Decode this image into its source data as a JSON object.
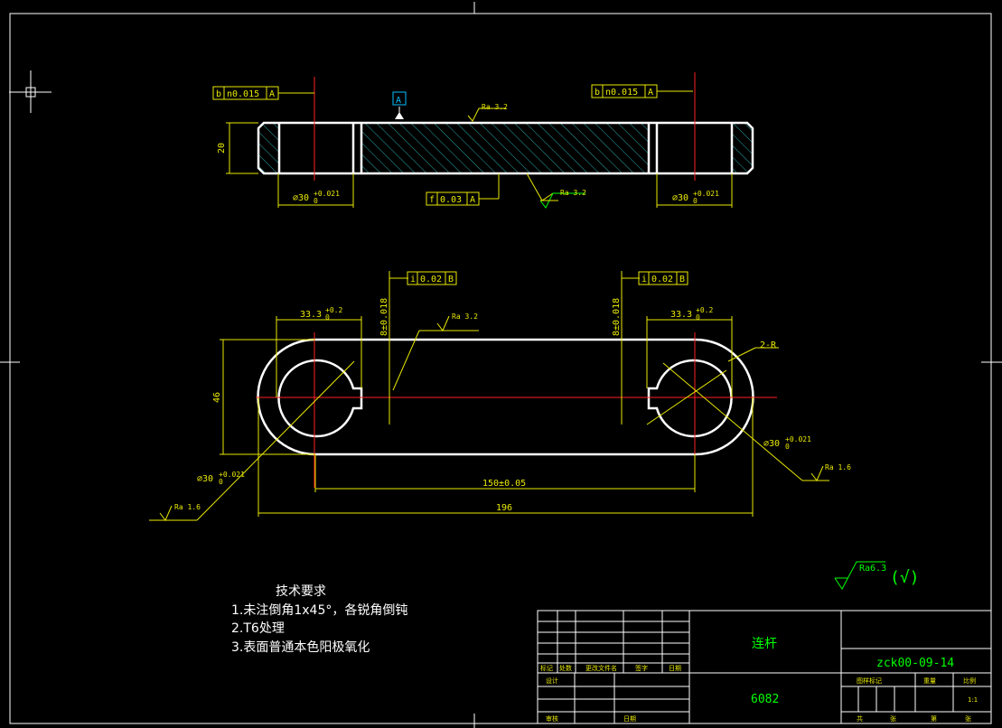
{
  "drawing": {
    "tol_b_left": "b",
    "tol_b_left_val": "n0.015",
    "tol_b_left_ref": "A",
    "tol_b_right": "b",
    "tol_b_right_val": "n0.015",
    "tol_b_right_ref": "A",
    "datum_a": "A",
    "ra_top": "Ra 3.2",
    "thickness": "20",
    "dia_left": "⌀30",
    "dia_right": "⌀30",
    "dia_tol_upper": "+0.021",
    "dia_tol_lower": "0",
    "tol_f": "f",
    "tol_f_val": "0.03",
    "tol_f_ref": "A",
    "ra_mid": "Ra 3.2",
    "tol_i_left": "i",
    "tol_i_left_val": "0.02",
    "tol_i_left_ref": "B",
    "tol_i_right": "i",
    "tol_i_right_val": "0.02",
    "tol_i_right_ref": "B",
    "key_left": "8±0.018",
    "key_right": "8±0.018",
    "w_left": "33.3",
    "w_right": "33.3",
    "w_tol_upper": "+0.2",
    "w_tol_lower": "0",
    "ra_plan": "Ra 3.2",
    "height_46": "46",
    "two_r": "2-R",
    "dia_plan_left": "⌀30",
    "dia_plan_right": "⌀30",
    "ra_16_left": "Ra 1.6",
    "ra_16_right": "Ra 1.6",
    "center_dist": "150±0.05",
    "overall_len": "196",
    "ra_general": "Ra6.3",
    "ra_general_note": "(√)"
  },
  "notes": {
    "title": "技术要求",
    "line1": "1.未注倒角1x45°，各锐角倒钝",
    "line2": "2.T6处理",
    "line3": "3.表面普通本色阳极氧化"
  },
  "title_block": {
    "part_name": "连杆",
    "material": "6082",
    "drawing_no": "zck00-09-14",
    "scale": "1:1",
    "h_mark": "标记",
    "h_count": "处数",
    "h_file": "更改文件名",
    "h_sign": "签字",
    "h_date": "日期",
    "h_design": "设计",
    "h_check": "审核",
    "h_stage": "图样标记",
    "h_weight": "重量",
    "h_ratio": "比例",
    "h_total": "共",
    "h_sheet": "张",
    "h_no": "第",
    "h_date2": "日期"
  },
  "colors": {
    "outline": "#ffffff",
    "dimension": "#e8e800",
    "centerline": "#ff2020",
    "hatch": "#2aa8a8",
    "title_text": "#00ff00"
  }
}
